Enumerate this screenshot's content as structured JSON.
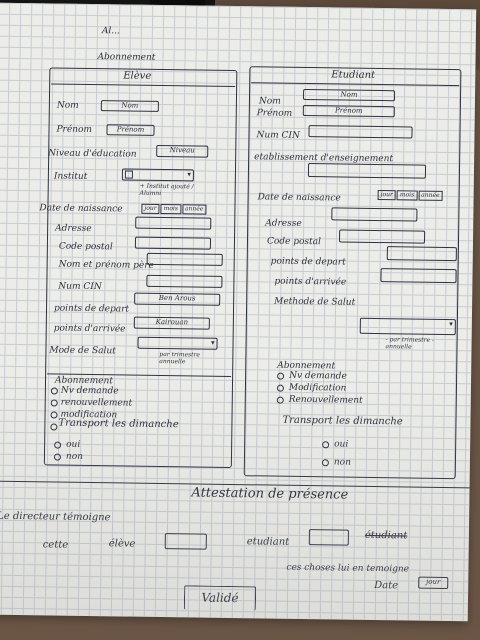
{
  "header": {
    "line1": "Al...",
    "line2": "Abonnement"
  },
  "eleve": {
    "title": "Elève",
    "fields": [
      {
        "label": "Nom",
        "value": "Nom"
      },
      {
        "label": "Prénom",
        "value": "Prénom"
      },
      {
        "label": "Niveau d'éducation",
        "value": "Niveau"
      },
      {
        "label": "Institut",
        "value": ""
      }
    ],
    "institut_note": "+ Institut ajouté / Alumni",
    "date_label": "Date de naissance",
    "date_parts": [
      "jour",
      "mois",
      "année"
    ],
    "fields2": [
      {
        "label": "Adresse",
        "value": ""
      },
      {
        "label": "Code postal",
        "value": ""
      },
      {
        "label": "Nom et prénom père",
        "value": ""
      },
      {
        "label": "Num CIN",
        "value": ""
      },
      {
        "label": "points de depart",
        "value": "Ben Arous"
      },
      {
        "label": "points d'arrivée",
        "value": "Kairouan"
      },
      {
        "label": "Mode de Salut",
        "value": ""
      }
    ],
    "mode_note": "par trimestre annuelle",
    "abonnement_items": [
      "Abonnement",
      "Nv demande",
      "renouvellement",
      "modification",
      "Transport les dimanche"
    ],
    "oui": "oui",
    "non": "non"
  },
  "etudiant": {
    "title": "Etudiant",
    "fields": [
      {
        "label": "Nom",
        "value": "Nom"
      },
      {
        "label": "Prénom",
        "value": "Prénom"
      },
      {
        "label": "Num CIN",
        "value": ""
      },
      {
        "label": "etablissement d'enseignement",
        "value": ""
      }
    ],
    "date_label": "Date de naissance",
    "date_parts": [
      "jour",
      "mois",
      "année"
    ],
    "fields2": [
      {
        "label": "Adresse",
        "value": ""
      },
      {
        "label": "Code postal",
        "value": ""
      },
      {
        "label": "points de depart",
        "value": ""
      },
      {
        "label": "points d'arrivée",
        "value": ""
      },
      {
        "label": "Methode de Salut",
        "value": ""
      }
    ],
    "mode_note": "- par trimestre - annuelle",
    "abonnement_title": "Abonnement",
    "abonnement_items": [
      "Nv demande",
      "Modification",
      "Renouvellement"
    ],
    "transport": "Transport les dimanche",
    "oui": "oui",
    "non": "non"
  },
  "attestation": {
    "title": "Attestation de présence",
    "line1": "Le directeur témoigne",
    "cette": "cette",
    "eleve": "élève",
    "etudiant": "etudiant",
    "etudiant_struck": "étudiant",
    "line3": "ces choses lui en temoigne",
    "date_label": "Date",
    "date_box": "jour"
  },
  "validate_button": "Validé"
}
